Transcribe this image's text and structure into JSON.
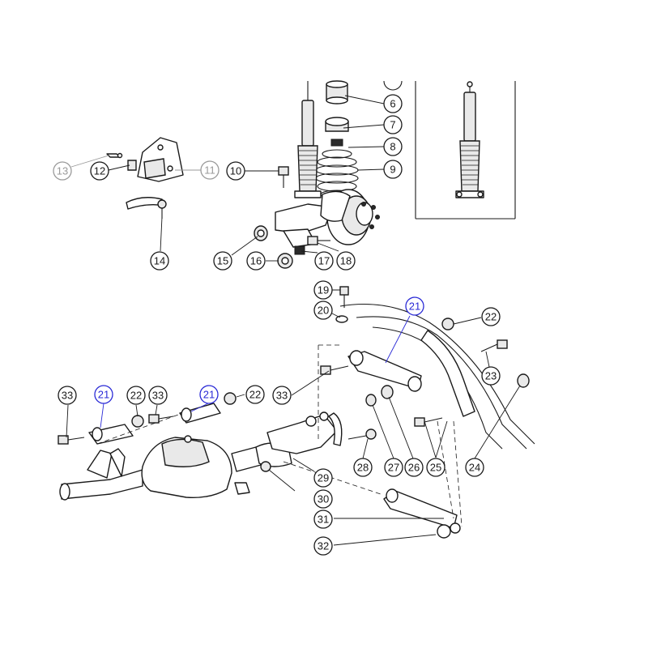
{
  "colors": {
    "standard": "#1a1a1a",
    "muted": "#9a9a9a",
    "highlight": "#2a2ad6"
  },
  "callouts": [
    {
      "label": "6",
      "style": "standard"
    },
    {
      "label": "7",
      "style": "standard"
    },
    {
      "label": "8",
      "style": "standard"
    },
    {
      "label": "9",
      "style": "standard"
    },
    {
      "label": "10",
      "style": "standard"
    },
    {
      "label": "11",
      "style": "muted"
    },
    {
      "label": "12",
      "style": "standard"
    },
    {
      "label": "13",
      "style": "muted"
    },
    {
      "label": "14",
      "style": "standard"
    },
    {
      "label": "15",
      "style": "standard"
    },
    {
      "label": "16",
      "style": "standard"
    },
    {
      "label": "17",
      "style": "standard"
    },
    {
      "label": "18",
      "style": "standard"
    },
    {
      "label": "19",
      "style": "standard"
    },
    {
      "label": "20",
      "style": "standard"
    },
    {
      "label": "21",
      "style": "highlight"
    },
    {
      "label": "22",
      "style": "standard"
    },
    {
      "label": "23",
      "style": "standard"
    },
    {
      "label": "24",
      "style": "standard"
    },
    {
      "label": "25",
      "style": "standard"
    },
    {
      "label": "26",
      "style": "standard"
    },
    {
      "label": "27",
      "style": "standard"
    },
    {
      "label": "28",
      "style": "standard"
    },
    {
      "label": "29",
      "style": "standard"
    },
    {
      "label": "30",
      "style": "standard"
    },
    {
      "label": "31",
      "style": "standard"
    },
    {
      "label": "32",
      "style": "standard"
    },
    {
      "label": "33",
      "style": "standard"
    },
    {
      "label": "33",
      "style": "standard"
    },
    {
      "label": "33",
      "style": "standard"
    },
    {
      "label": "21",
      "style": "highlight"
    },
    {
      "label": "21",
      "style": "highlight"
    },
    {
      "label": "22",
      "style": "standard"
    },
    {
      "label": "22",
      "style": "standard"
    }
  ]
}
